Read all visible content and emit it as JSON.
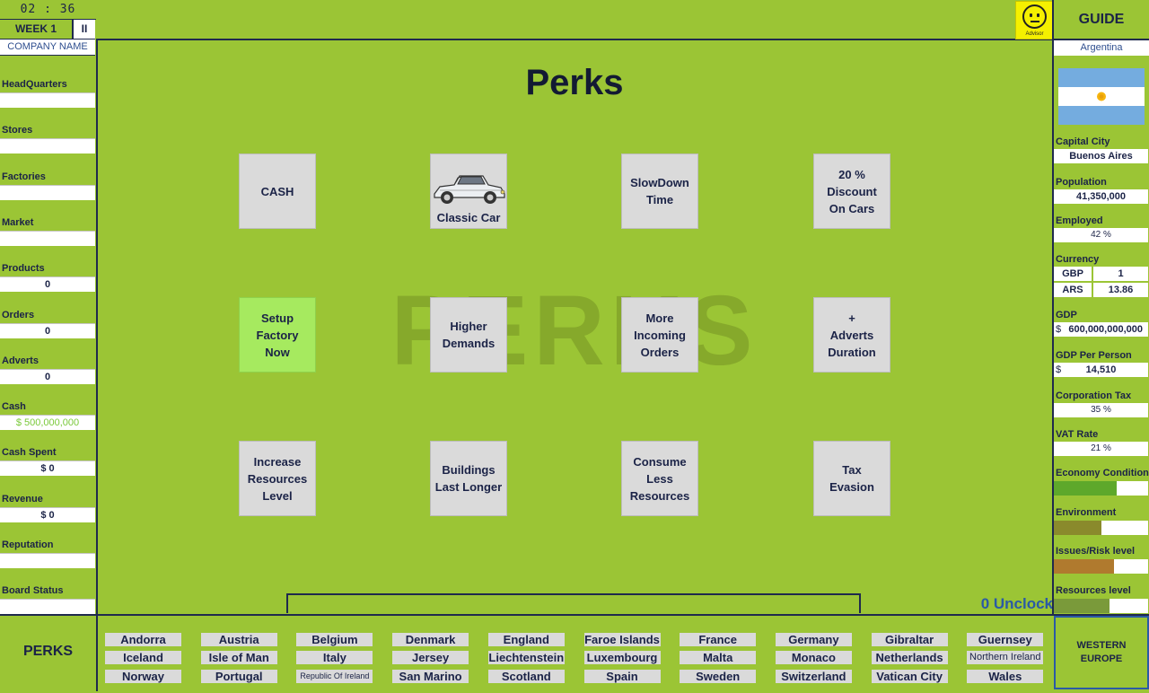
{
  "clock": "02 : 36",
  "week": "WEEK 1",
  "pause_icon": "II",
  "company_name": "COMPANY NAME",
  "left_stats": [
    {
      "label": "HeadQuarters",
      "value": ""
    },
    {
      "label": "Stores",
      "value": ""
    },
    {
      "label": "Factories",
      "value": ""
    },
    {
      "label": "Market",
      "value": ""
    },
    {
      "label": "Products",
      "value": "0"
    },
    {
      "label": "Orders",
      "value": "0"
    },
    {
      "label": "Adverts",
      "value": "0"
    },
    {
      "label": "Cash",
      "value": "$ 500,000,000",
      "color": "#7ac93a"
    },
    {
      "label": "Cash Spent",
      "value": "$ 0"
    },
    {
      "label": "Revenue",
      "value": "$ 0"
    },
    {
      "label": "Reputation",
      "value": ""
    },
    {
      "label": "Board Status",
      "value": ""
    }
  ],
  "advisor": {
    "icon": "neutral-face-icon",
    "caption": "Advisor",
    "color": "#f5f000"
  },
  "title": "Perks",
  "watermark": "PERKS",
  "perks": [
    {
      "label": "CASH"
    },
    {
      "label": "Classic Car",
      "icon": "classic-car-icon"
    },
    {
      "label": "SlowDown\nTime"
    },
    {
      "label": "20 %\nDiscount\nOn Cars"
    },
    {
      "label": "Setup\nFactory\nNow",
      "active": true
    },
    {
      "label": "Higher\nDemands"
    },
    {
      "label": "More\nIncoming\nOrders"
    },
    {
      "label": "+\nAdverts\nDuration"
    },
    {
      "label": "Increase\nResources\nLevel"
    },
    {
      "label": "Buildings\nLast Longer"
    },
    {
      "label": "Consume\nLess\nResources"
    },
    {
      "label": "Tax\nEvasion"
    }
  ],
  "unlock_text": "0 Unclock",
  "guide": "GUIDE",
  "country": {
    "name": "Argentina",
    "flag_colors": {
      "blue": "#74acdf",
      "white": "#ffffff",
      "sun": "#f6b40e"
    },
    "capital_label": "Capital City",
    "capital": "Buenos Aires",
    "population_label": "Population",
    "population": "41,350,000",
    "employed_label": "Employed",
    "employed": "42 %",
    "currency_label": "Currency",
    "currency": [
      {
        "code": "GBP",
        "rate": "1"
      },
      {
        "code": "ARS",
        "rate": "13.86"
      }
    ],
    "gdp_label": "GDP",
    "gdp_symbol": "$",
    "gdp": "600,000,000,000",
    "gdp_pp_label": "GDP Per Person",
    "gdp_pp_symbol": "$",
    "gdp_pp": "14,510",
    "corp_tax_label": "Corporation Tax",
    "corp_tax": "35 %",
    "vat_label": "VAT Rate",
    "vat": "21 %",
    "bars": [
      {
        "label": "Economy Condition",
        "level": 0.67,
        "color": "#5ea82b"
      },
      {
        "label": "Environment",
        "level": 0.5,
        "color": "#8a8a2c"
      },
      {
        "label": "Issues/Risk level",
        "level": 0.64,
        "color": "#b07a2e"
      },
      {
        "label": "Resources level",
        "level": 0.59,
        "color": "#7a9a3a"
      }
    ]
  },
  "perks_tab": "PERKS",
  "countries": [
    [
      "Andorra",
      "Iceland",
      "Norway"
    ],
    [
      "Austria",
      "Isle of Man",
      "Portugal"
    ],
    [
      "Belgium",
      "Italy",
      "Republic Of Ireland"
    ],
    [
      "Denmark",
      "Jersey",
      "San Marino"
    ],
    [
      "England",
      "Liechtenstein",
      "Scotland"
    ],
    [
      "Faroe Islands",
      "Luxembourg",
      "Spain"
    ],
    [
      "France",
      "Malta",
      "Sweden"
    ],
    [
      "Germany",
      "Monaco",
      "Switzerland"
    ],
    [
      "Gibraltar",
      "Netherlands",
      "Vatican City"
    ],
    [
      "Guernsey",
      "Northern Ireland",
      "Wales"
    ]
  ],
  "region": "WESTERN\nEUROPE"
}
